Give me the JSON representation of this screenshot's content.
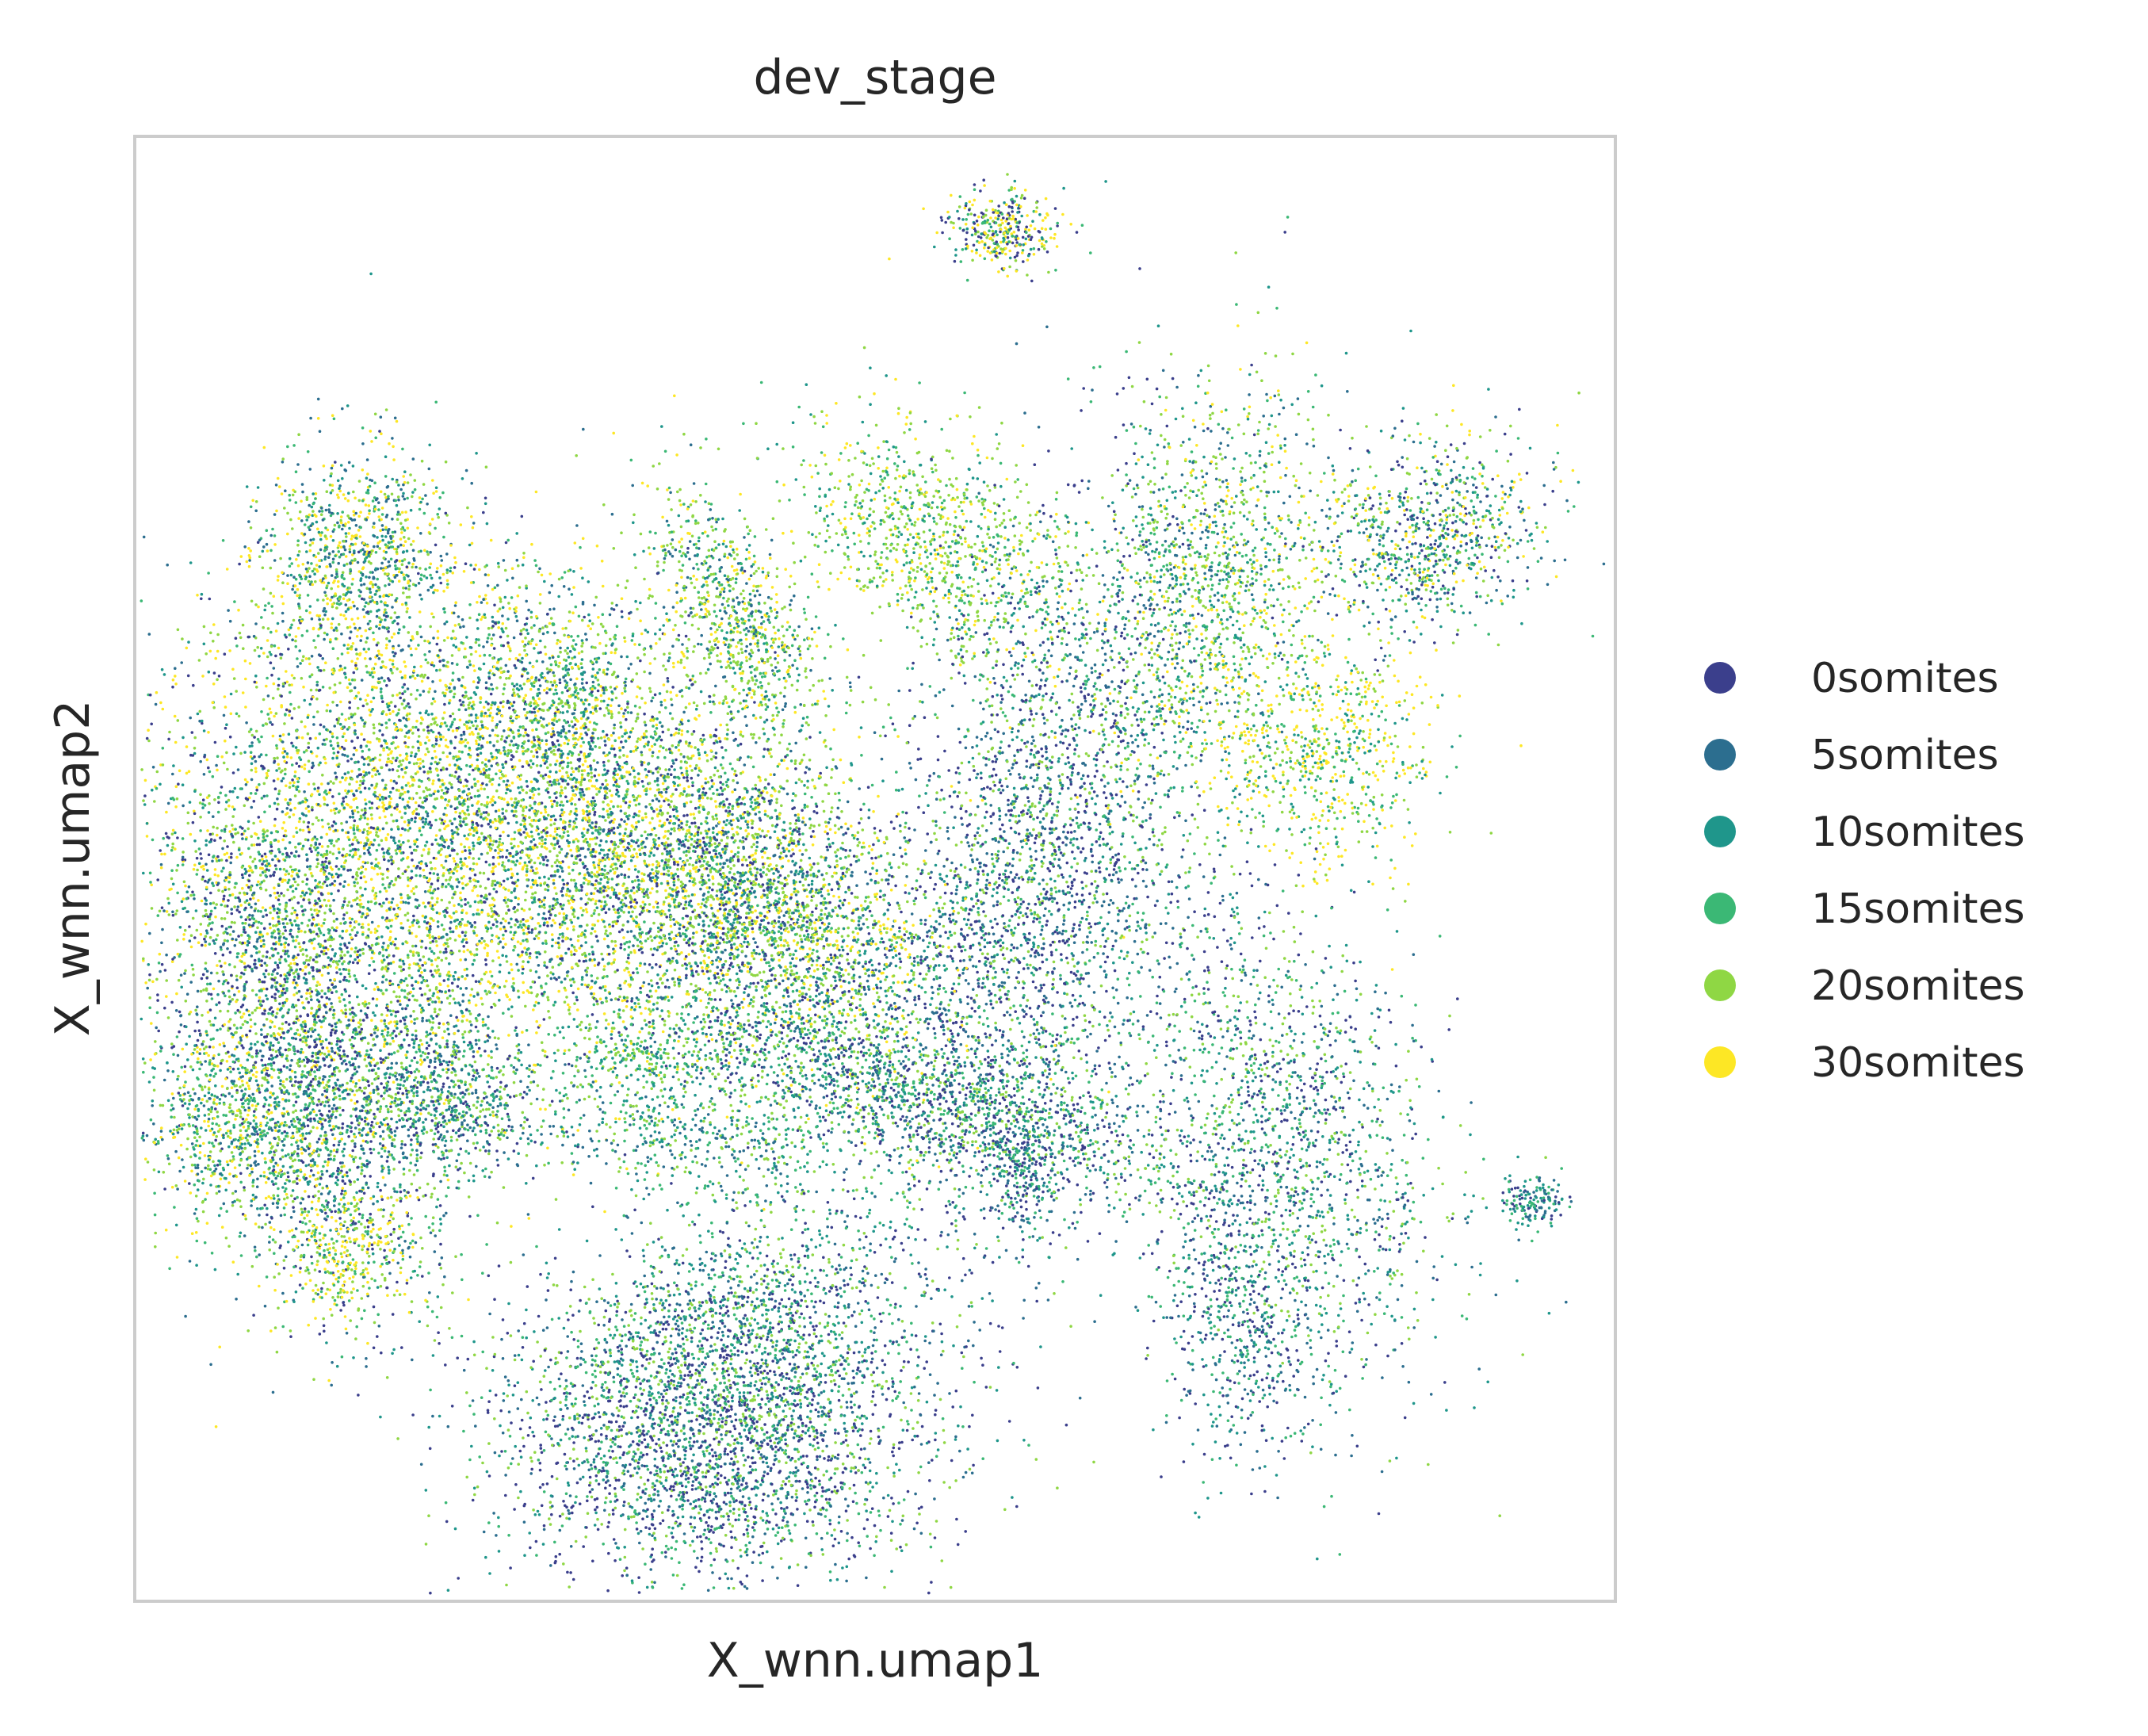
{
  "chart_data": {
    "type": "scatter",
    "title": "dev_stage",
    "xlabel": "X_wnn.umap1",
    "ylabel": "X_wnn.umap2",
    "grid": false,
    "ticks": "none",
    "legend_position": "right",
    "series": [
      {
        "name": "0somites",
        "color": "#3b3f8c"
      },
      {
        "name": "5somites",
        "color": "#2c6e8f"
      },
      {
        "name": "10somites",
        "color": "#1f968b"
      },
      {
        "name": "15somites",
        "color": "#3bb875"
      },
      {
        "name": "20somites",
        "color": "#8fd744"
      },
      {
        "name": "30somites",
        "color": "#fde725"
      }
    ]
  }
}
